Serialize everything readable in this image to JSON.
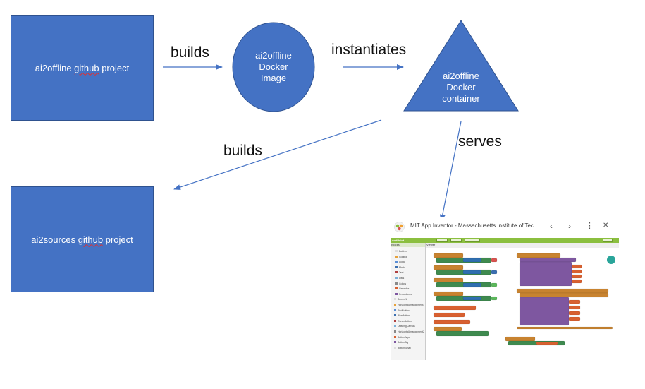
{
  "nodes": {
    "github_project": {
      "prefix": "ai2offline ",
      "underlined": "github",
      "suffix": " project"
    },
    "docker_image": {
      "line1": "ai2offline",
      "line2": "Docker",
      "line3": "Image"
    },
    "docker_container": {
      "line1": "ai2offline",
      "line2": "Docker",
      "line3": "container"
    },
    "sources_project": {
      "prefix": "ai2sources ",
      "underlined": "github",
      "suffix": " project"
    }
  },
  "edges": {
    "builds_image": "builds",
    "instantiates": "instantiates",
    "builds_sources": "builds",
    "serves": "serves"
  },
  "screenshot": {
    "title": "MIT App Inventor - Massachusetts Institute of Tec...",
    "back_glyph": "‹",
    "forward_glyph": "›",
    "menu_glyph": "⋮",
    "close_glyph": "✕",
    "toolbar_label": "ondPaint",
    "sidebar_header": "Blocks",
    "workspace_header": "Viewer",
    "sidebar_items": [
      "Built-in",
      "Control",
      "Logic",
      "Math",
      "Text",
      "Lists",
      "Colors",
      "Variables",
      "Procedures",
      "Screen1",
      "HorizontalArrangement1",
      "RedButton",
      "BlueButton",
      "GreenButton",
      "DrawingCanvas",
      "HorizontalArrangement2",
      "ButtonWipe",
      "ButtonBig",
      "ButtonSmall"
    ],
    "colors": {
      "event_block": "#c88330",
      "proc_block": "#7e57a0",
      "value_block": "#2f6fb0",
      "init_block": "#d86030",
      "setter_block": "#3f8a4f",
      "toolbar": "#8bbf3f"
    }
  }
}
